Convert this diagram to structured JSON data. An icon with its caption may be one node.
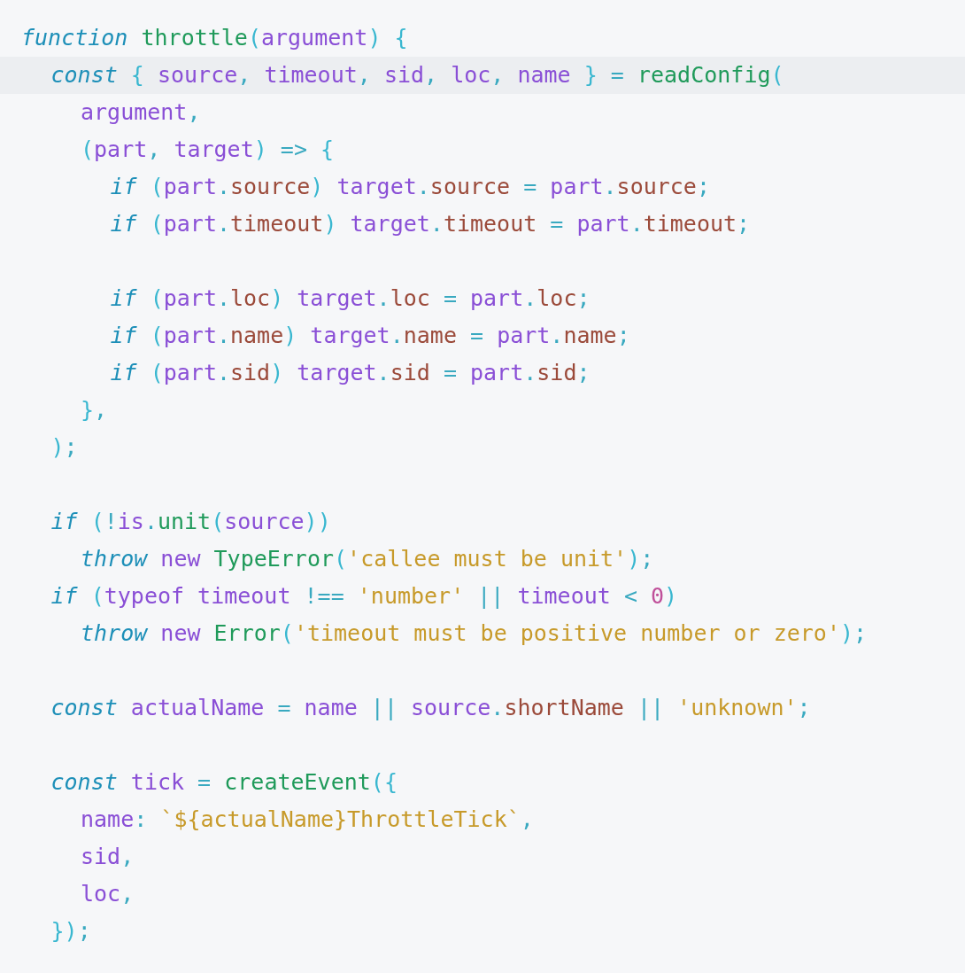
{
  "diagram": {
    "labels": [
      "function throttle(argument) {",
      "const { source, timeout, sid, loc, name } = readConfig(",
      "argument,",
      "(part, target) => {",
      "if (part.source) target.source = part.source;",
      "if (part.timeout) target.timeout = part.timeout;",
      "if (part.loc) target.loc = part.loc;",
      "if (part.name) target.name = part.name;",
      "if (part.sid) target.sid = part.sid;",
      "},",
      ");",
      "if (!is.unit(source))",
      "throw new TypeError('callee must be unit');",
      "if (typeof timeout !== 'number' || timeout < 0)",
      "throw new Error('timeout must be positive number or zero');",
      "const actualName = name || source.shortName || 'unknown';",
      "const tick = createEvent({",
      "name: `${actualName}ThrottleTick`,",
      "sid,",
      "loc,",
      "});"
    ]
  }
}
